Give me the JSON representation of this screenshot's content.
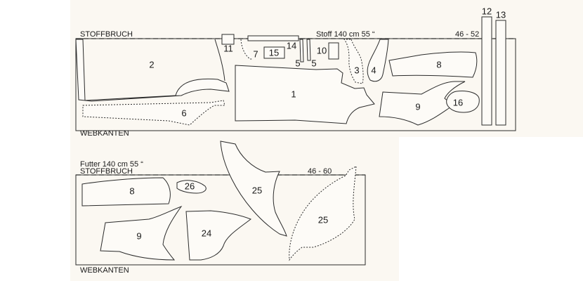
{
  "panel_top": {
    "fold_label": "STOFFBRUCH",
    "fabric_label": "Stoff 140 cm 55 “",
    "size_label": "46 - 52",
    "selvage_label": "WEBKANTEN",
    "pieces": {
      "p1": "1",
      "p2": "2",
      "p3": "3",
      "p4": "4",
      "p5a": "5",
      "p5b": "5",
      "p6": "6",
      "p7": "7",
      "p8": "8",
      "p9": "9",
      "p10": "10",
      "p11": "11",
      "p12": "12",
      "p13": "13",
      "p14": "14",
      "p15": "15",
      "p16": "16"
    }
  },
  "panel_bottom": {
    "fabric_label": "Futter 140 cm 55 “",
    "fold_label": "STOFFBRUCH",
    "size_label": "46 - 60",
    "selvage_label": "WEBKANTEN",
    "pieces": {
      "p8": "8",
      "p9": "9",
      "p24": "24",
      "p25a": "25",
      "p25b": "25",
      "p26": "26"
    }
  }
}
